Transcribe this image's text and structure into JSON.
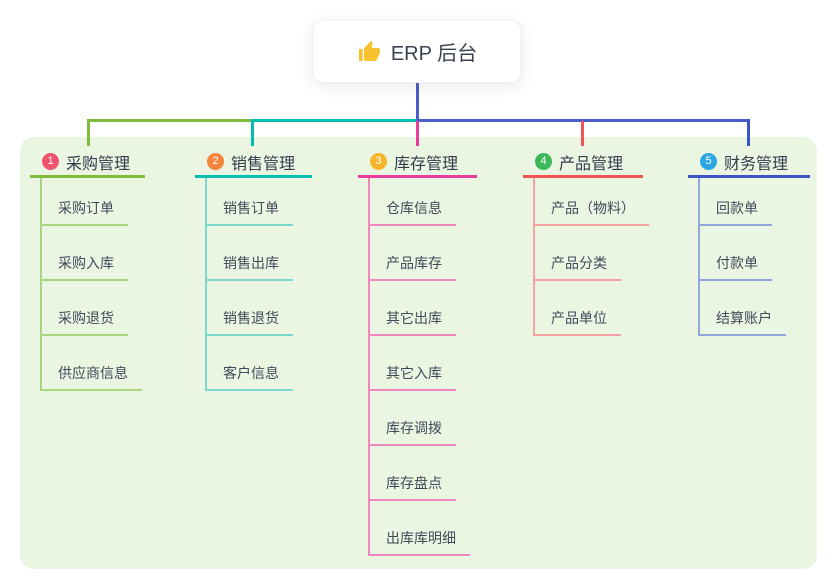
{
  "root": {
    "label": "ERP 后台",
    "icon": "thumbs-up-icon",
    "icon_color": "#F7C22D"
  },
  "colors": {
    "panel_bg": "#EAF6E2",
    "root_connector": "#4A5EC8",
    "text_dark": "#333b4d",
    "text_child": "#414a5a"
  },
  "branches": [
    {
      "index": "1",
      "label": "采购管理",
      "badge_color": "#F1546E",
      "line_color": "#7FBC3B",
      "child_line_color": "#A9D583",
      "children": [
        "采购订单",
        "采购入库",
        "采购退货",
        "供应商信息"
      ]
    },
    {
      "index": "2",
      "label": "销售管理",
      "badge_color": "#F6843C",
      "line_color": "#00BFB0",
      "child_line_color": "#7CD8CC",
      "children": [
        "销售订单",
        "销售出库",
        "销售退货",
        "客户信息"
      ]
    },
    {
      "index": "3",
      "label": "库存管理",
      "badge_color": "#F7B52C",
      "line_color": "#EA3C9C",
      "child_line_color": "#F287BE",
      "children": [
        "仓库信息",
        "产品库存",
        "其它出库",
        "其它入库",
        "库存调拨",
        "库存盘点",
        "出库库明细"
      ]
    },
    {
      "index": "4",
      "label": "产品管理",
      "badge_color": "#F25353",
      "line_color": "#F25353",
      "child_line_color": "#F7A2A2",
      "children": [
        "产品（物料）",
        "产品分类",
        "产品单位"
      ]
    },
    {
      "index": "5",
      "label": "财务管理",
      "badge_color": "#2BA7E3",
      "line_color": "#3C55C6",
      "child_line_color": "#93A5DD",
      "children": [
        "回款单",
        "付款单",
        "结算账户"
      ]
    }
  ]
}
